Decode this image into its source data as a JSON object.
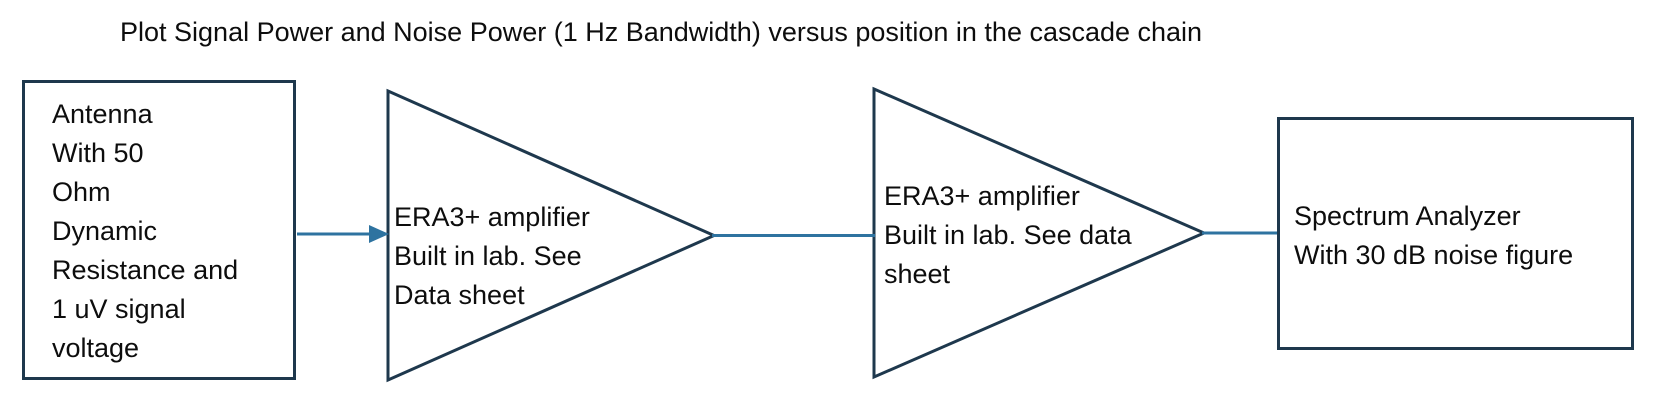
{
  "title": "Plot Signal Power and Noise Power (1 Hz Bandwidth) versus position in the cascade chain",
  "diagram": {
    "nodes": [
      {
        "id": "antenna",
        "type": "box",
        "label": "Antenna\nWith 50\nOhm\nDynamic\nResistance and\n1 uV signal\nvoltage"
      },
      {
        "id": "amplifier-1",
        "type": "amplifier-triangle",
        "label": "ERA3+ amplifier\nBuilt in lab. See\nData sheet"
      },
      {
        "id": "amplifier-2",
        "type": "amplifier-triangle",
        "label": "ERA3+ amplifier\nBuilt in lab. See data\nsheet"
      },
      {
        "id": "spectrum-analyzer",
        "type": "box",
        "label": "Spectrum Analyzer\nWith 30 dB noise figure"
      }
    ],
    "connections": [
      {
        "from": "antenna",
        "to": "amplifier-1",
        "style": "arrow"
      },
      {
        "from": "amplifier-1",
        "to": "amplifier-2",
        "style": "line"
      },
      {
        "from": "amplifier-2",
        "to": "spectrum-analyzer",
        "style": "line"
      }
    ],
    "colors": {
      "shape_outline": "#1e384d",
      "connector": "#2e73a0",
      "text": "#0d0d0d",
      "background": "#ffffff"
    }
  }
}
